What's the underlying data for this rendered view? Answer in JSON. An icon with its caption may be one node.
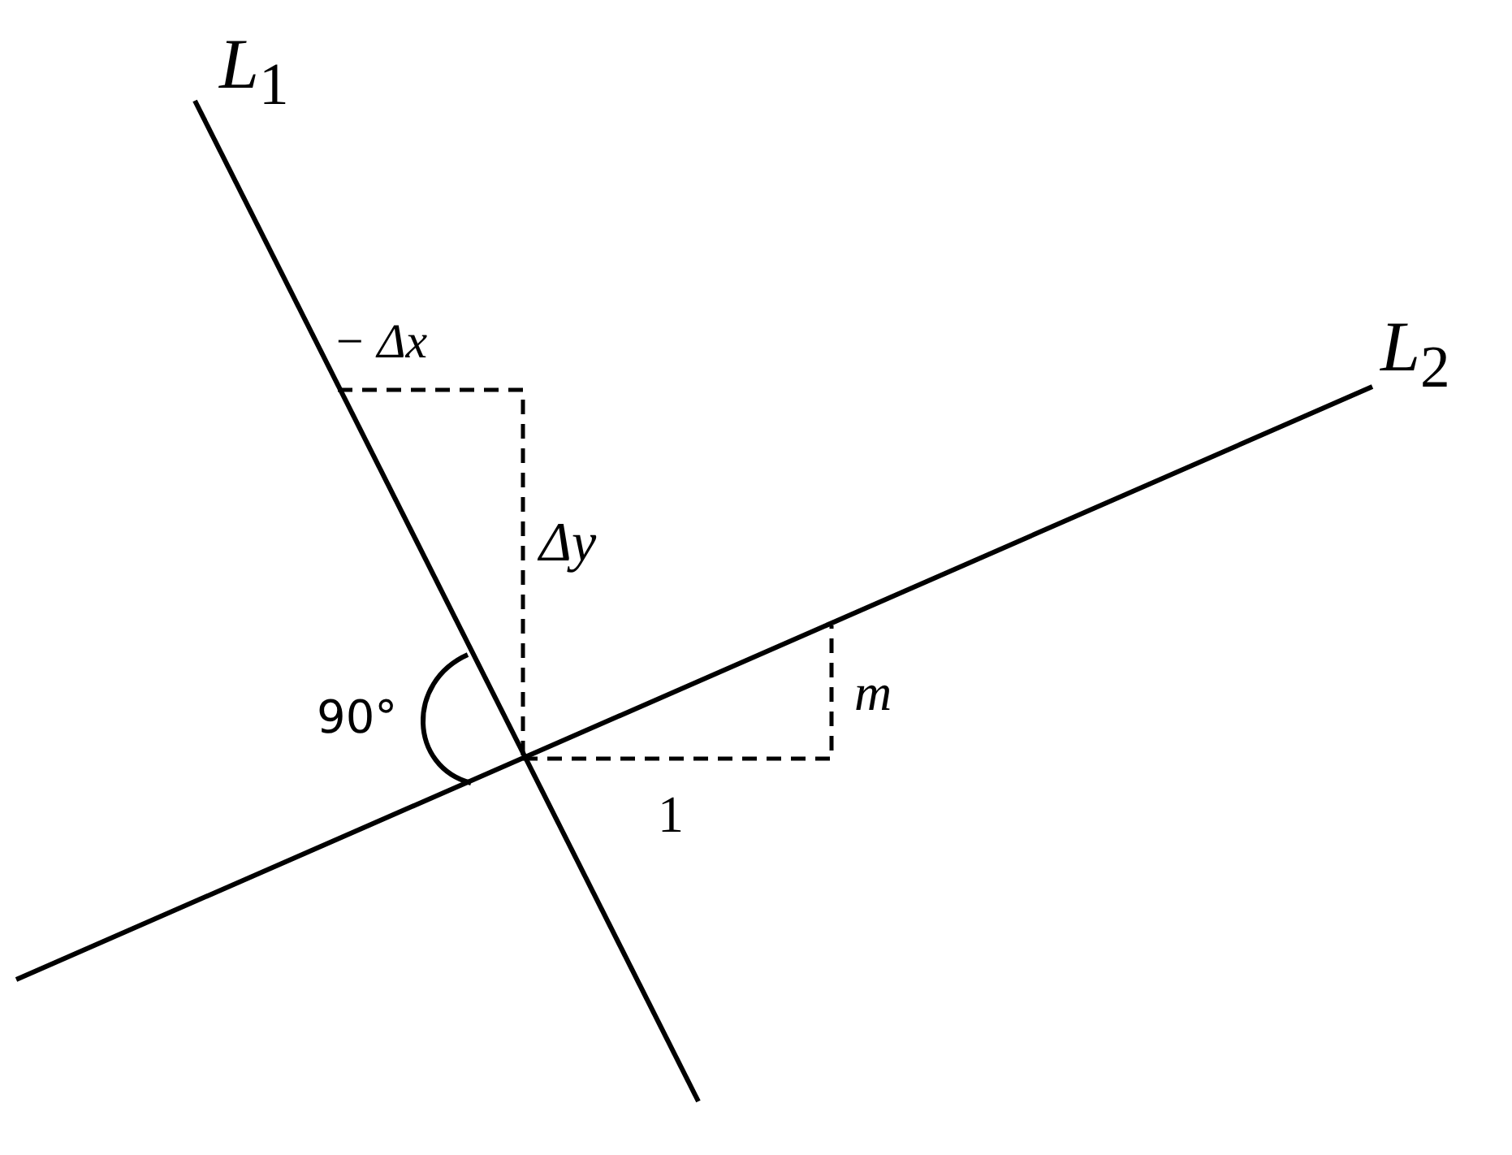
{
  "diagram": {
    "labels": [
      "*L*$_{1}$",
      "− Δx",
      "*L*$_{2}$",
      "Δy",
      "*m*",
      "90°",
      "1"
    ]
  }
}
